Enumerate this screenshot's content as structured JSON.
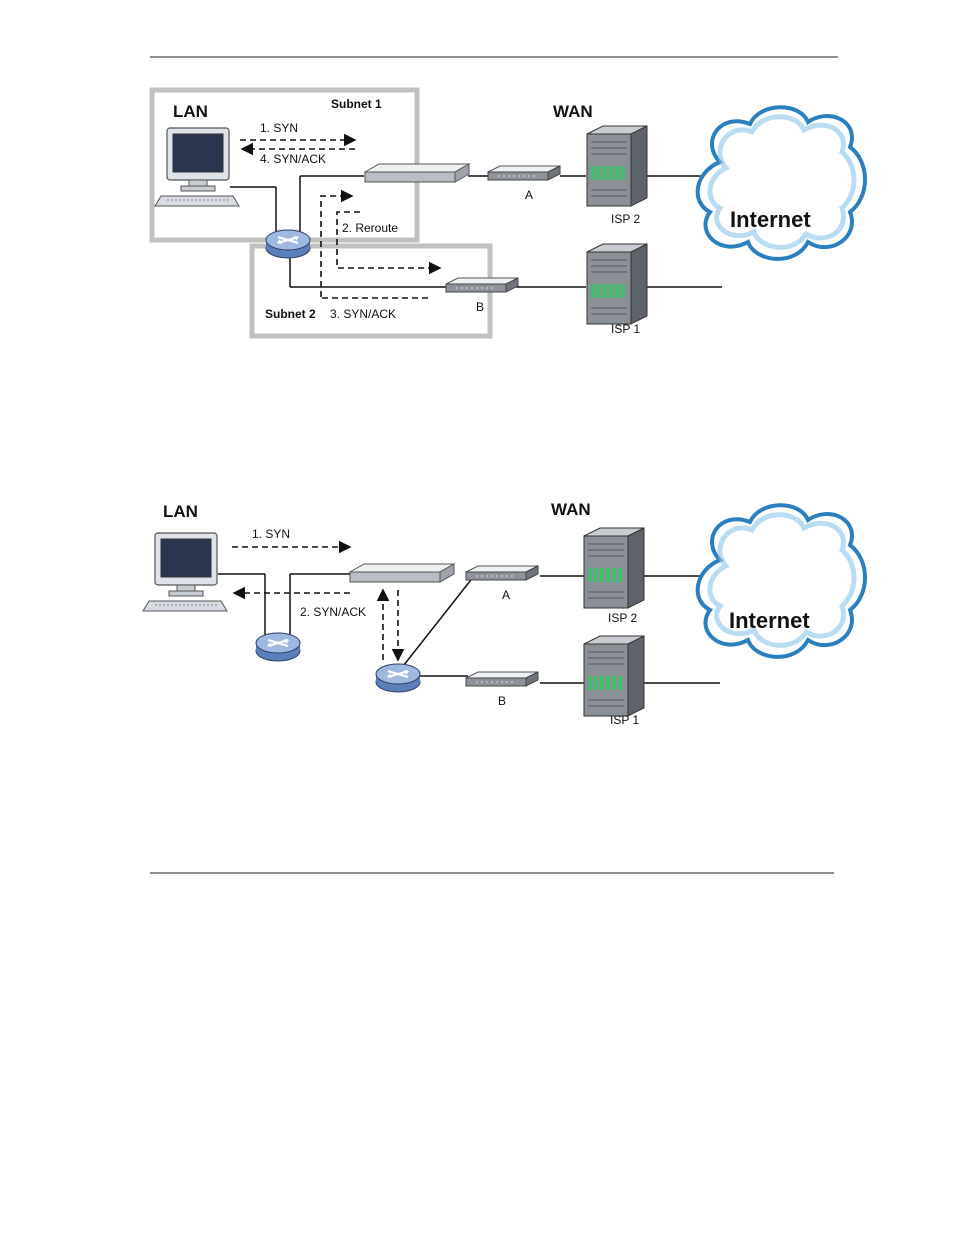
{
  "diagram_top": {
    "lan": "LAN",
    "wan": "WAN",
    "subnet1": "Subnet 1",
    "subnet2": "Subnet 2",
    "step1": "1. SYN",
    "step4": "4. SYN/ACK",
    "step2": "2. Reroute",
    "step3": "3. SYN/ACK",
    "modem_a": "A",
    "modem_b": "B",
    "isp2": "ISP 2",
    "isp1": "ISP 1",
    "cloud": "Internet"
  },
  "diagram_bottom": {
    "lan": "LAN",
    "wan": "WAN",
    "step1": "1. SYN",
    "step2": "2. SYN/ACK",
    "modem_a": "A",
    "modem_b": "B",
    "isp2": "ISP 2",
    "isp1": "ISP 1",
    "cloud": "Internet"
  },
  "colors": {
    "subnet_border": "#c0c0c0",
    "cloud_outline": "#2a7fc0",
    "server_accent": "#3fbf6a"
  }
}
